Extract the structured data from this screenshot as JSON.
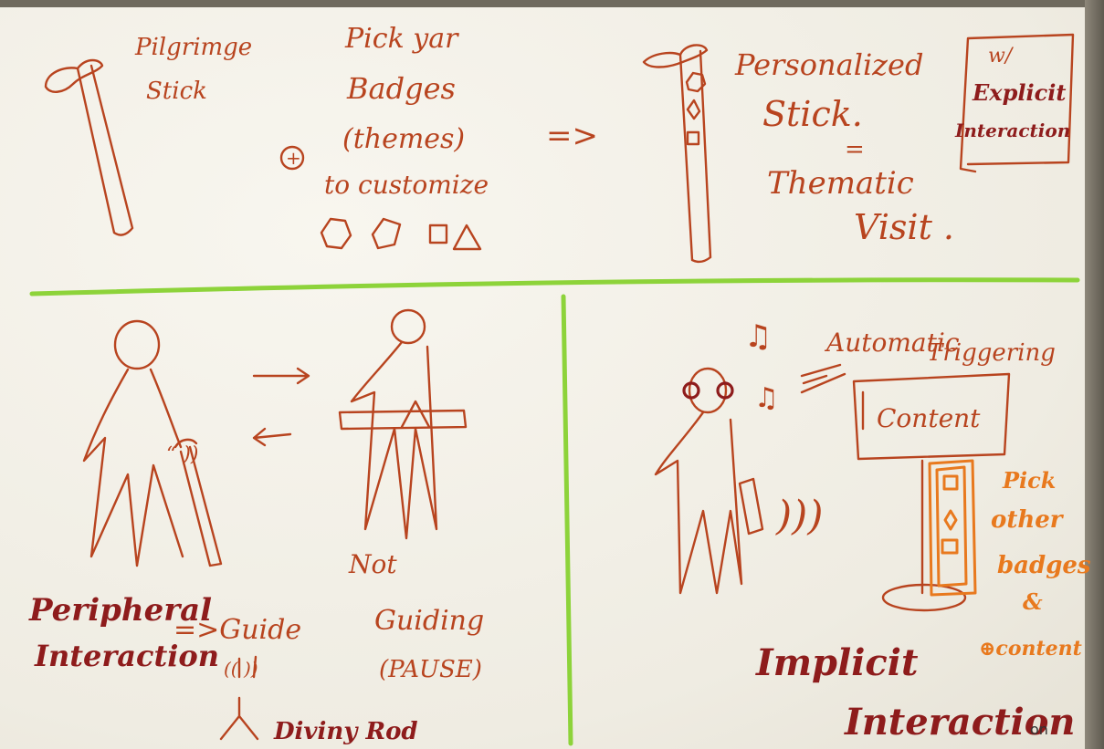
{
  "top_left": {
    "stick_label": [
      "Pilgrimge",
      "Stick"
    ],
    "plus_symbol": "+",
    "badges_label": [
      "Pick yar",
      "Badges",
      "(themes)",
      "to customize"
    ],
    "arrow": "=>"
  },
  "top_right": {
    "title": [
      "Personalized",
      "Stick."
    ],
    "equals": "=",
    "subtitle": [
      "Thematic",
      "Visit ."
    ],
    "box_prefix": "w/",
    "box_lines": [
      "Explicit",
      "Interaction"
    ]
  },
  "bottom_left": {
    "title": [
      "Peripheral",
      "Interaction"
    ],
    "guide_label": "=>Guide",
    "guide_waves": "(( ))",
    "not_guiding": [
      "Not",
      "Guiding",
      "(PAUSE)"
    ],
    "divining_rod": "Diviny Rod",
    "sound_marks": "“ ))"
  },
  "bottom_right": {
    "music_notes": [
      "♫",
      "♫"
    ],
    "auto_label": [
      "Automatic",
      "Triggering"
    ],
    "screen_label": "Content",
    "signal_waves": ")))",
    "pick_label": [
      "Pick",
      "other",
      "badges",
      "&",
      "⊕content"
    ],
    "title": [
      "Implicit",
      "Interaction"
    ]
  },
  "watermark": "on",
  "colors": {
    "ink": "#b8441f",
    "dark_ink": "#8e1c1c",
    "orange_ink": "#e8791e",
    "divider_green": "#8dd33a",
    "paper": "#f2efe6"
  }
}
